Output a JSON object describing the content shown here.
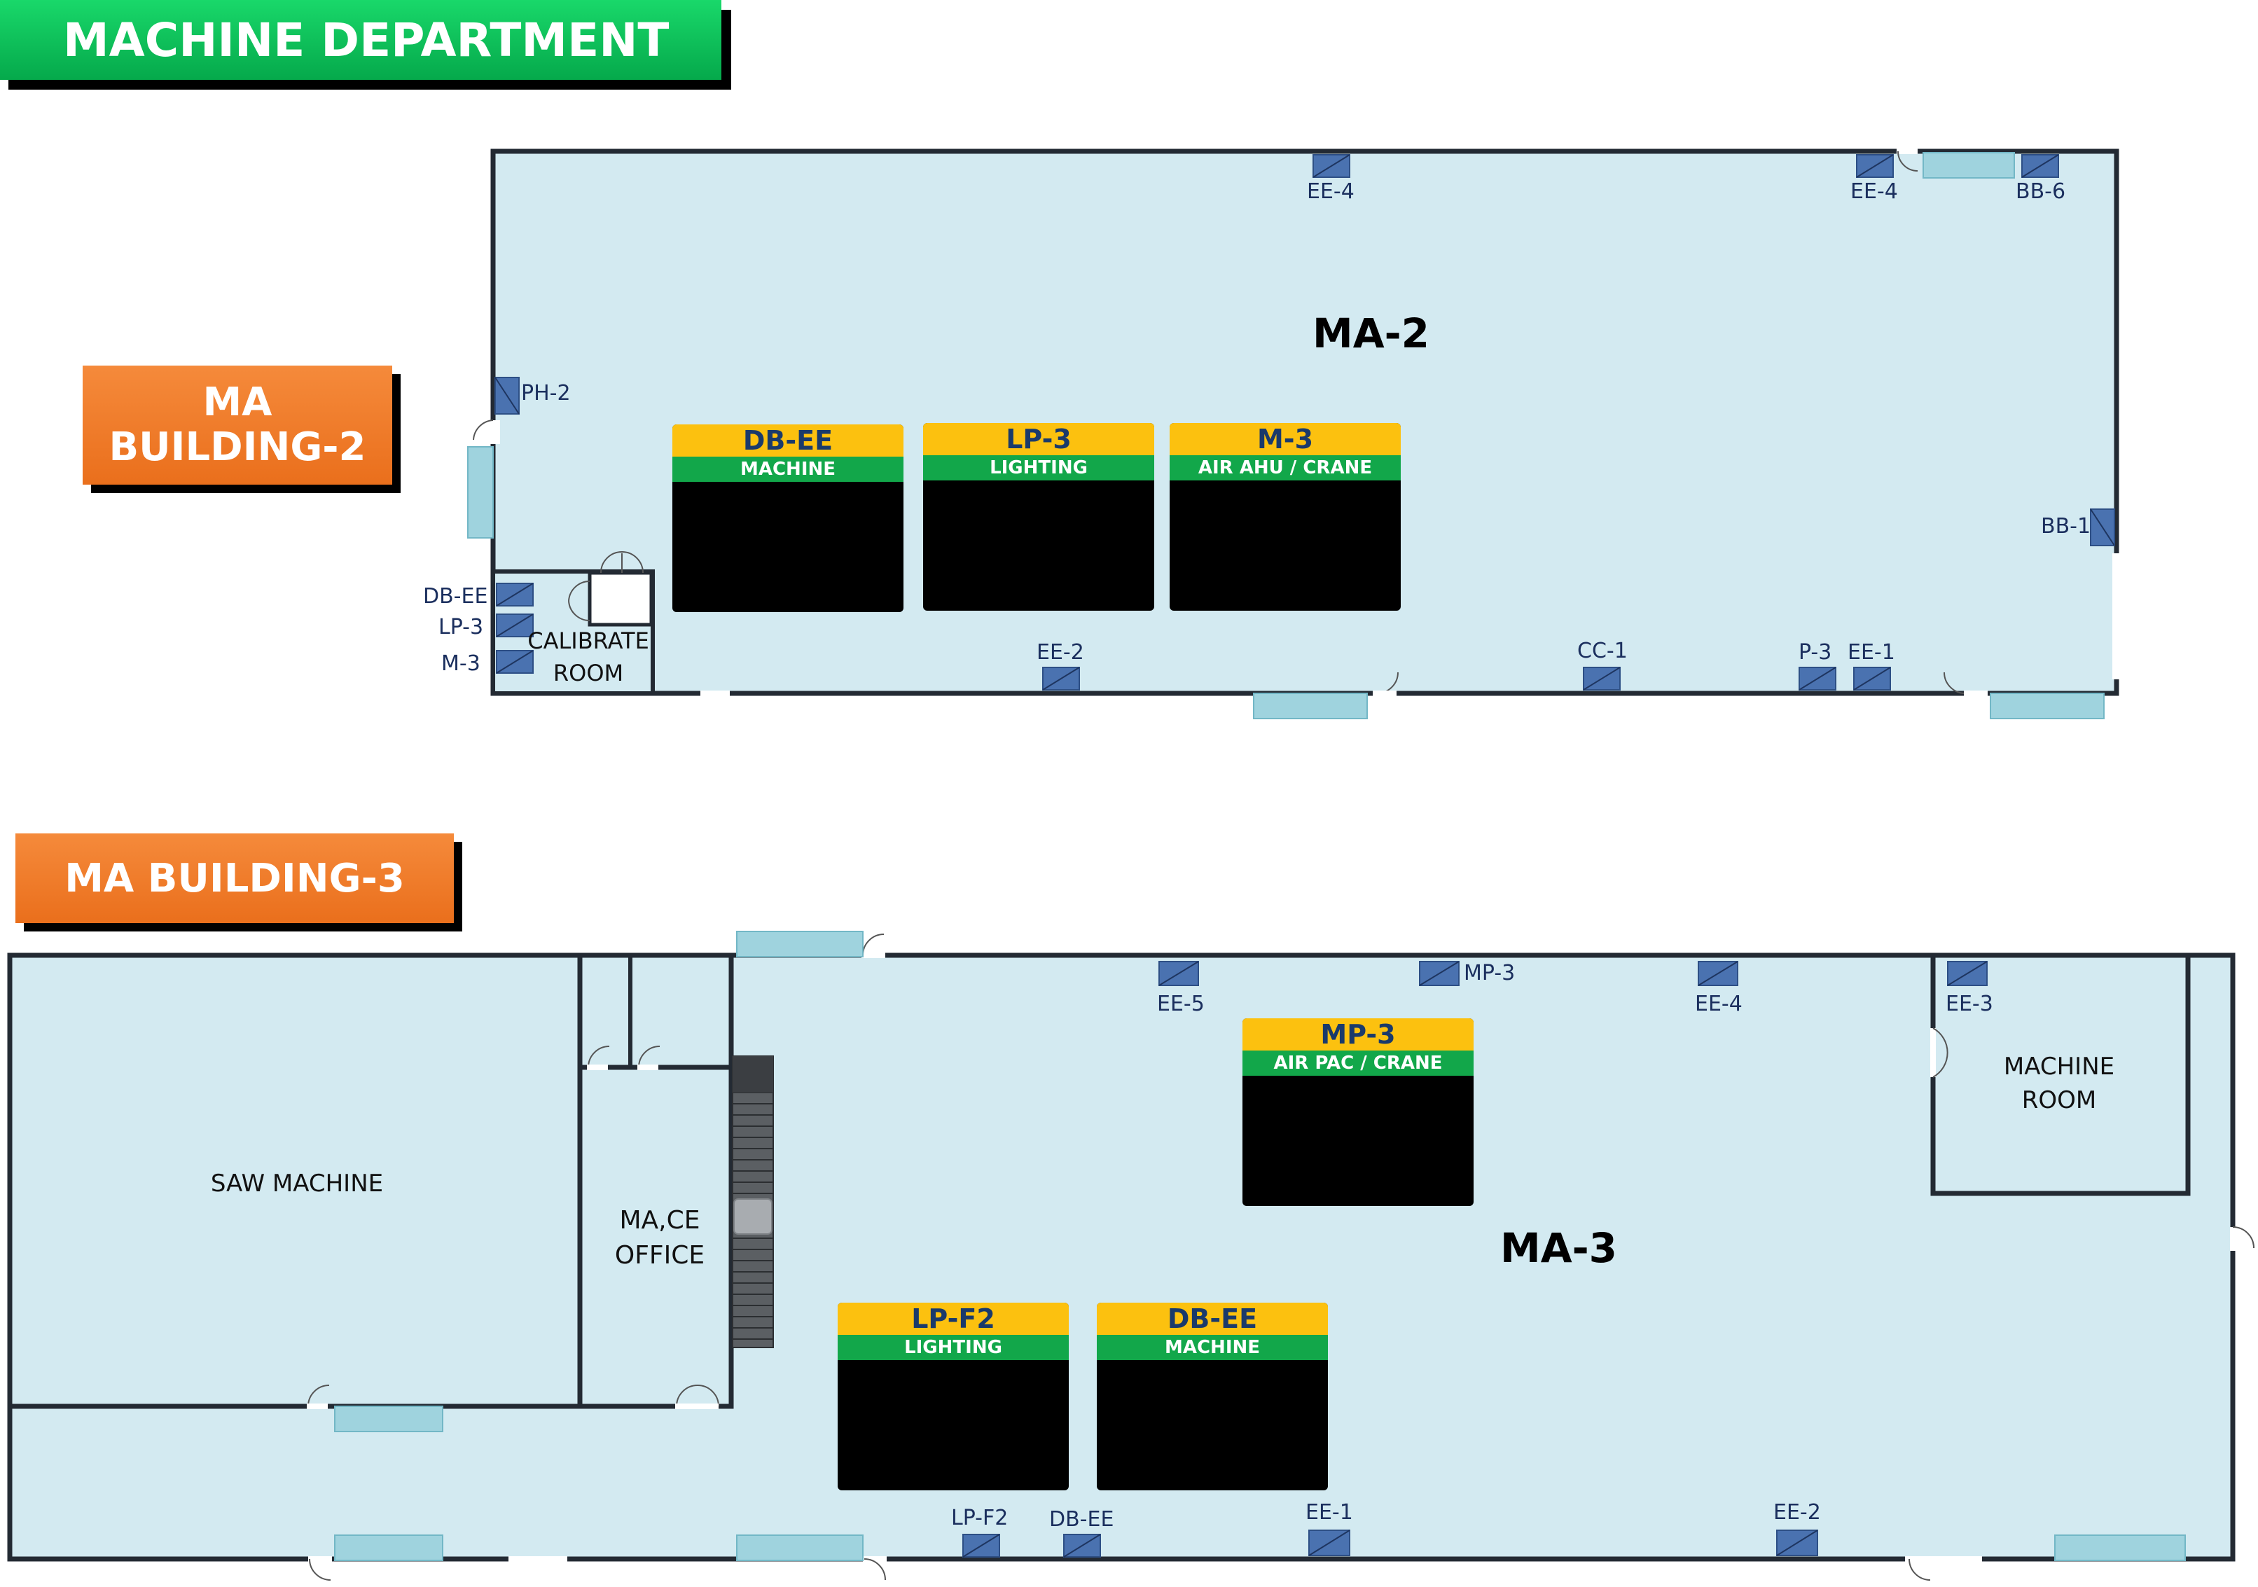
{
  "title": "MACHINE DEPARTMENT",
  "colors": {
    "floor": "#d3eaf1",
    "wall": "#232a33",
    "panel_box": "#4a72b0",
    "card_title_bg": "#fcc10f",
    "card_sub_bg": "#12a74a",
    "banner_orange": "#f07e2a",
    "banner_green": "#0ec25a"
  },
  "building2": {
    "banner": [
      "MA",
      "BUILDING-2"
    ],
    "area_label": "MA-2",
    "calibrate_room": [
      "CALIBRATE",
      "ROOM"
    ],
    "tags": {
      "ee4_top": "EE-4",
      "ee4_right": "EE-4",
      "bb6": "BB-6",
      "ph2": "PH-2",
      "bb1": "BB-1",
      "dbee": "DB-EE",
      "lp3": "LP-3",
      "m3": "M-3",
      "ee2": "EE-2",
      "cc1": "CC-1",
      "p3": "P-3",
      "ee1": "EE-1"
    },
    "cards": [
      {
        "title": "DB-EE",
        "subtitle": "MACHINE"
      },
      {
        "title": "LP-3",
        "subtitle": "LIGHTING"
      },
      {
        "title": "M-3",
        "subtitle": "AIR AHU / CRANE"
      }
    ]
  },
  "building3": {
    "banner": "MA BUILDING-3",
    "area_label": "MA-3",
    "saw_machine": "SAW MACHINE",
    "office": [
      "MA,CE",
      "OFFICE"
    ],
    "machine_room": [
      "MACHINE",
      "ROOM"
    ],
    "tags": {
      "ee5": "EE-5",
      "mp3": "MP-3",
      "ee4": "EE-4",
      "ee3": "EE-3",
      "lpf2": "LP-F2",
      "dbee": "DB-EE",
      "ee1": "EE-1",
      "ee2": "EE-2"
    },
    "cards": [
      {
        "title": "MP-3",
        "subtitle": "AIR PAC / CRANE"
      },
      {
        "title": "LP-F2",
        "subtitle": "LIGHTING"
      },
      {
        "title": "DB-EE",
        "subtitle": "MACHINE"
      }
    ]
  }
}
